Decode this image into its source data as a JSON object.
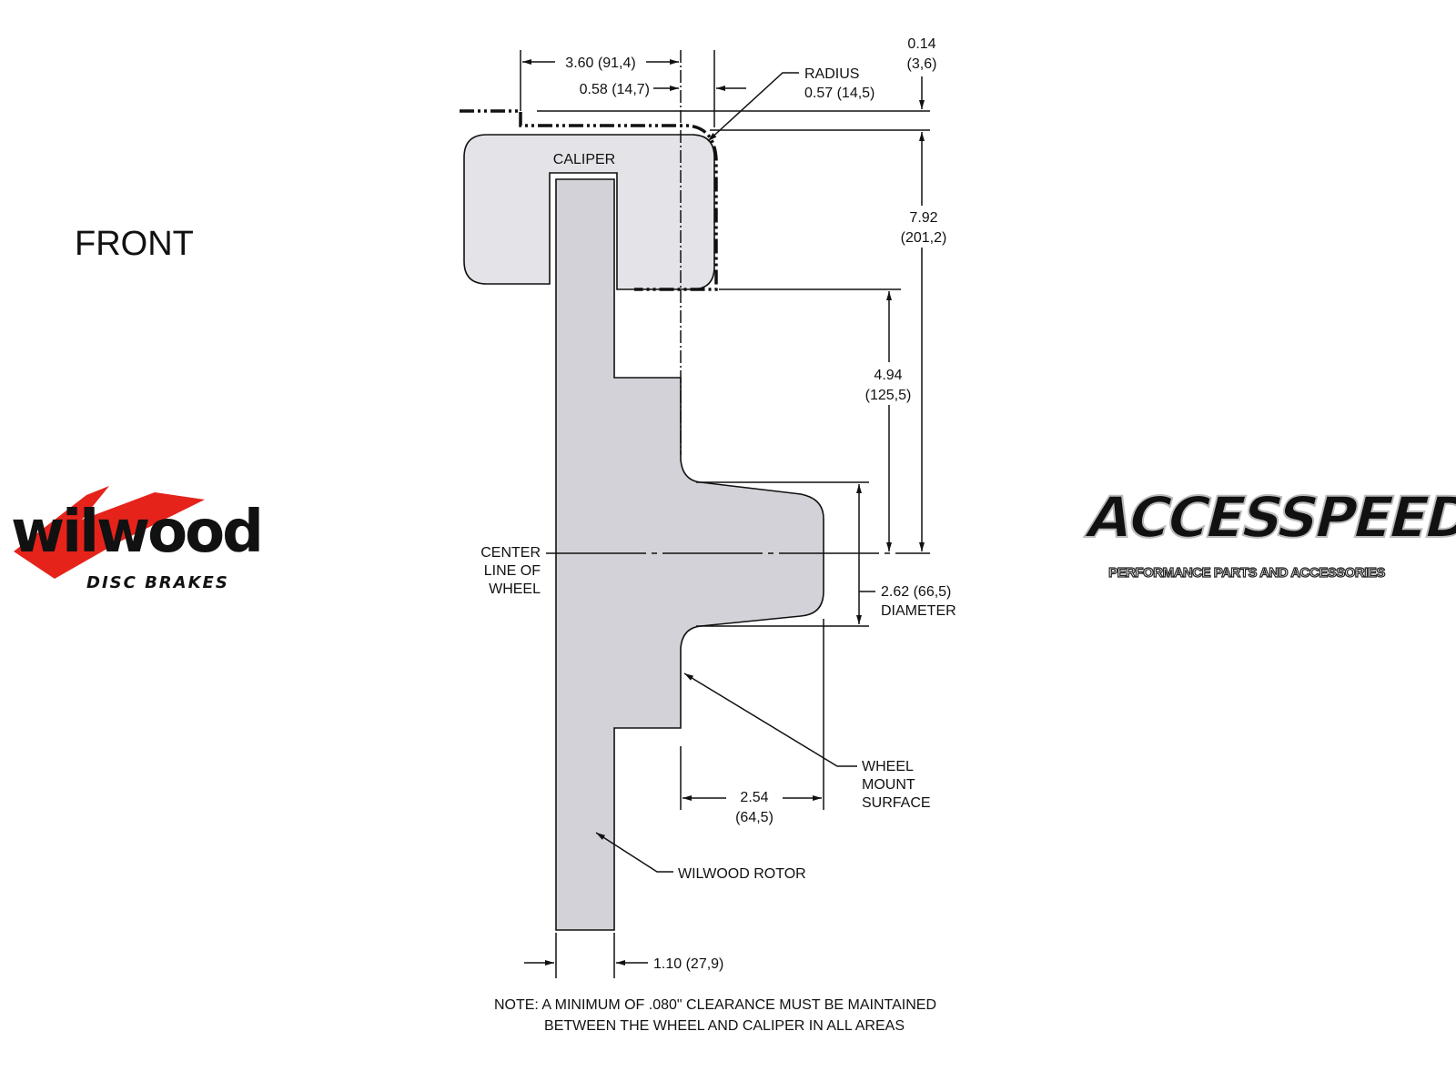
{
  "labels": {
    "front": "FRONT",
    "caliper": "CALIPER",
    "radius_title": "RADIUS",
    "radius_value": "0.57 (14,5)",
    "center_line": [
      "CENTER",
      "LINE OF",
      "WHEEL"
    ],
    "wheel_mount": [
      "WHEEL",
      "MOUNT",
      "SURFACE"
    ],
    "rotor": "WILWOOD ROTOR"
  },
  "dimensions": {
    "caliper_width": "3.60 (91,4)",
    "offset": "0.58 (14,7)",
    "top_clearance": [
      "0.14",
      "(3,6)"
    ],
    "caliper_height": [
      "7.92",
      "(201,2)"
    ],
    "hat_height": [
      "4.94",
      "(125,5)"
    ],
    "hub_diameter": [
      "2.62 (66,5)",
      "DIAMETER"
    ],
    "mount_depth": [
      "2.54",
      "(64,5)"
    ],
    "rotor_thickness": "1.10 (27,9)"
  },
  "note": [
    "NOTE: A MINIMUM OF .080\" CLEARANCE MUST BE MAINTAINED",
    "BETWEEN THE WHEEL AND CALIPER IN ALL AREAS"
  ],
  "logos": {
    "wilwood": {
      "name": "wilwood",
      "tagline": "DISC BRAKES",
      "accent": "#e5231b"
    },
    "accesspeed": {
      "name": "ACCESSPEED",
      "tagline": "PERFORMANCE PARTS AND ACCESSORIES"
    }
  },
  "colors": {
    "caliper_fill": "#e4e4e8",
    "rotor_fill": "#d2d2d8"
  }
}
